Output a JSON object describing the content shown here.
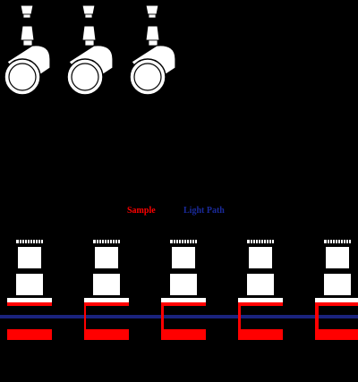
{
  "legend": {
    "sample_label": "Sample",
    "light_path_label": "Light Path"
  },
  "colors": {
    "background": "#000000",
    "sample": "#ff0000",
    "light_path": "#1a237e",
    "hardware": "#ffffff",
    "legend_sample": "#ff0000",
    "legend_light_path": "#1a2a9a"
  },
  "lamps": [
    {
      "name": "lamp-1"
    },
    {
      "name": "lamp-2"
    },
    {
      "name": "lamp-3"
    }
  ],
  "stations": [
    {
      "name": "station-1"
    },
    {
      "name": "station-2"
    },
    {
      "name": "station-3"
    },
    {
      "name": "station-4"
    },
    {
      "name": "station-5"
    }
  ]
}
